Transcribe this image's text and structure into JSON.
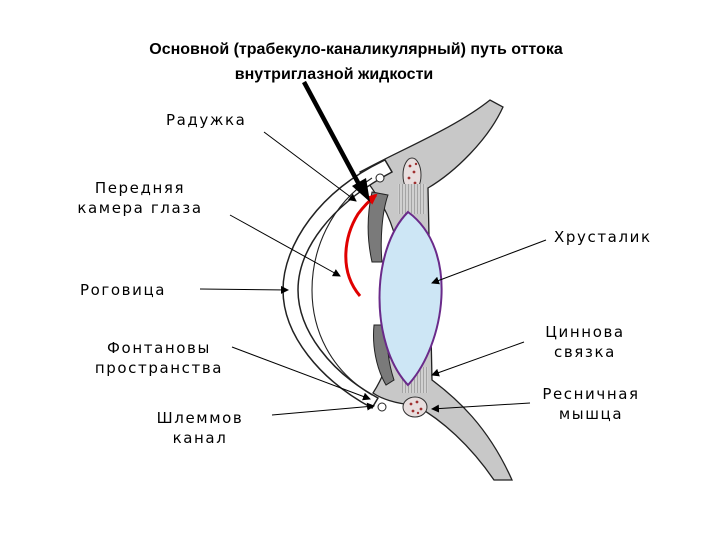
{
  "title": {
    "line1": "Основной (трабекуло-каналикулярный) путь оттока",
    "line2": "внутриглазной жидкости"
  },
  "labels": {
    "iris": "Радужка",
    "anterior_chamber_1": "Передняя",
    "anterior_chamber_2": "камера глаза",
    "lens": "Хрусталик",
    "cornea": "Роговица",
    "zinn_1": "Циннова",
    "zinn_2": "связка",
    "fontana_1": "Фонтановы",
    "fontana_2": "пространства",
    "ciliary_1": "Ресничная",
    "ciliary_2": "мышца",
    "schlemm_1": "Шлеммов",
    "schlemm_2": "канал"
  },
  "colors": {
    "tissue": "#c8c8c8",
    "lens_fill": "#cde6f5",
    "lens_outline": "#6a2a8a",
    "flow_arrow": "#e00000"
  }
}
